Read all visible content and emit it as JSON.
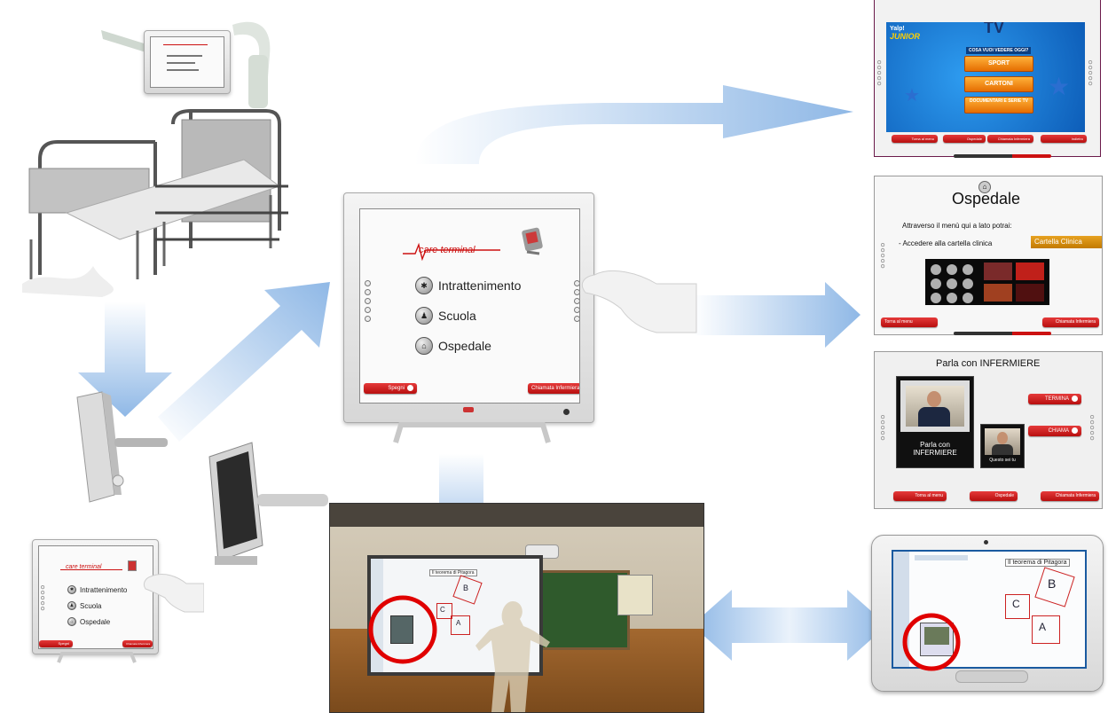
{
  "main_terminal": {
    "brand": "care terminal",
    "menu": [
      {
        "label": "Intrattenimento",
        "icon": "film-reel-icon"
      },
      {
        "label": "Scuola",
        "icon": "student-icon"
      },
      {
        "label": "Ospedale",
        "icon": "hospital-icon"
      }
    ],
    "power_button": "Spegni",
    "nurse_button": "Chiamata Infermiera"
  },
  "small_terminal": {
    "brand": "care terminal",
    "menu": [
      {
        "label": "Intrattenimento"
      },
      {
        "label": "Scuola"
      },
      {
        "label": "Ospedale"
      }
    ],
    "power_button": "Spegni",
    "nurse_button": "Chiamata Infermiera"
  },
  "tv_screen": {
    "logo_top": "Yalp!",
    "logo_bottom": "JUNIOR",
    "corner": "TV",
    "question": "COSA VUOI VEDERE OGGI?",
    "options": [
      "SPORT",
      "CARTONI",
      "DOCUMENTARI E SERIE TV"
    ],
    "bottom_buttons": [
      "Torna al menu",
      "Ospedale",
      "Chiamata Infermiera",
      "Indietro"
    ]
  },
  "hospital_screen": {
    "title": "Ospedale",
    "intro": "Attraverso il menù qui a lato potrai:",
    "bullet": "- Accedere alla cartella clinica",
    "tab": "Cartella Clinica",
    "back_button": "Torna al menu",
    "nurse_button": "Chiamata Infermiera"
  },
  "nurse_screen": {
    "title": "Parla con INFERMIERE",
    "video_caption": "Parla con INFERMIERE",
    "self_caption": "Questo sei tu",
    "end_button": "TERMINA",
    "call_button": "CHIAMA",
    "bottom_buttons": [
      "Torna al menu",
      "Ospedale",
      "Chiamata Infermiera"
    ]
  },
  "classroom": {
    "board_title": "Il teorema di Pitagora",
    "labels": [
      "C",
      "B",
      "A"
    ]
  },
  "tablet": {
    "board_title": "Il teorema di Pitagora",
    "labels": [
      "C",
      "B",
      "A"
    ]
  },
  "colors": {
    "arrow": "#a9c9ec",
    "brand_red": "#cc1111",
    "highlight_ring": "#e00000",
    "tv_blue": "#1b7fd6",
    "orange": "#f08a10"
  }
}
